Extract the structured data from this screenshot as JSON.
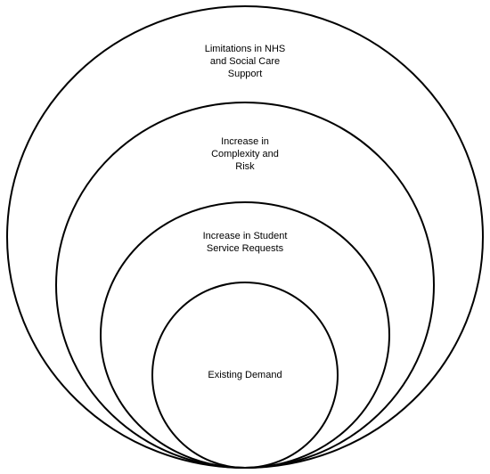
{
  "diagram": {
    "rings": [
      {
        "label_lines": [
          "Limitations in NHS",
          "and Social Care",
          "Support"
        ]
      },
      {
        "label_lines": [
          "Increase in",
          "Complexity and",
          "Risk"
        ]
      },
      {
        "label_lines": [
          "Increase in Student",
          "Service Requests"
        ]
      },
      {
        "label_lines": [
          "Existing Demand"
        ]
      }
    ]
  }
}
